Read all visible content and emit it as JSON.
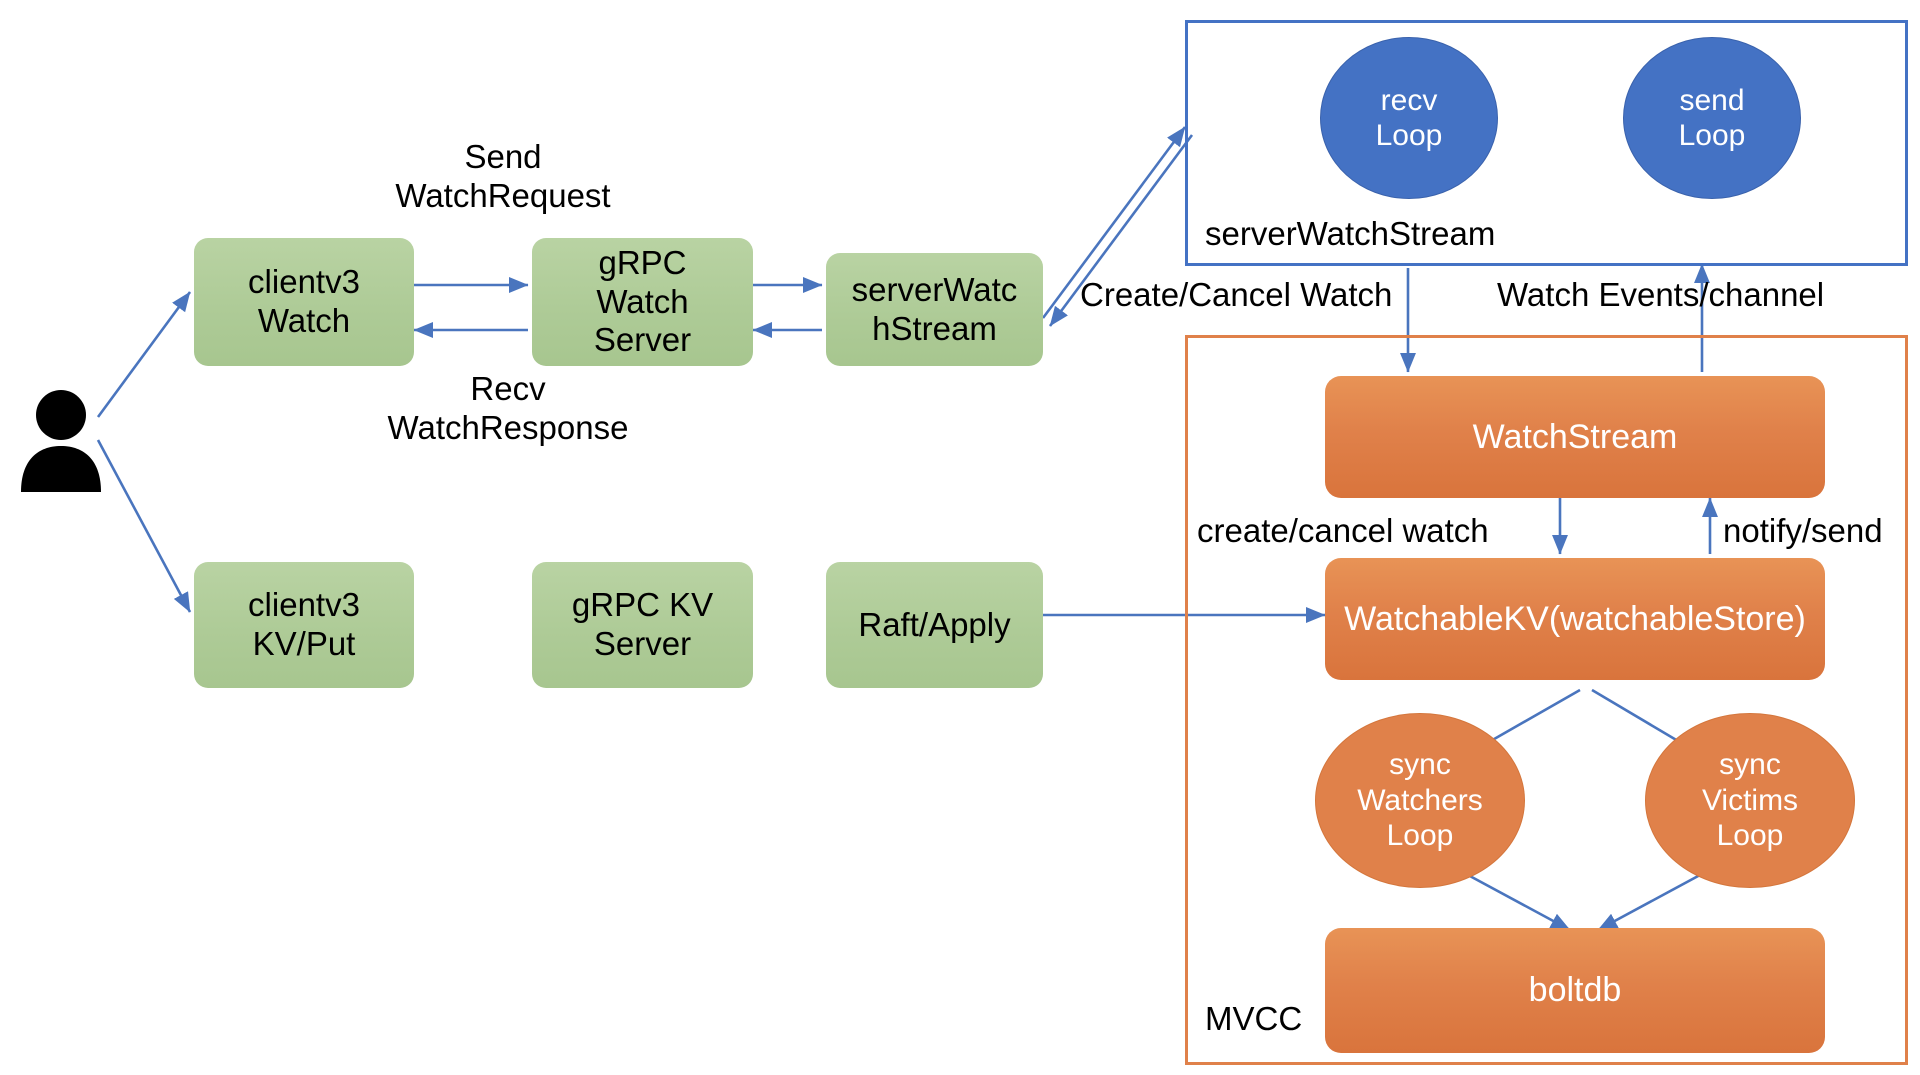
{
  "diagram": {
    "title": "etcd watch architecture flow",
    "colors": {
      "green_fill": "#aecb97",
      "orange_fill": "#e0814a",
      "blue_fill": "#4472c4",
      "arrow": "#4a75be",
      "text_dark": "#000000",
      "text_light": "#ffffff"
    },
    "actor": {
      "name": "user-actor"
    },
    "nodes": [
      {
        "id": "clientv3_watch",
        "label": "clientv3\nWatch"
      },
      {
        "id": "grpc_watch_server",
        "label": "gRPC\nWatch\nServer"
      },
      {
        "id": "server_watch_stream",
        "label": "serverWatc\nhStream"
      },
      {
        "id": "clientv3_kv_put",
        "label": "clientv3\nKV/Put"
      },
      {
        "id": "grpc_kv_server",
        "label": "gRPC KV\nServer"
      },
      {
        "id": "raft_apply",
        "label": "Raft/Apply"
      },
      {
        "id": "recv_loop",
        "label": "recv\nLoop"
      },
      {
        "id": "send_loop",
        "label": "send\nLoop"
      },
      {
        "id": "watch_stream",
        "label": "WatchStream"
      },
      {
        "id": "watchable_kv",
        "label": "WatchableKV(watchableStore)"
      },
      {
        "id": "sync_watchers_loop",
        "label": "sync\nWatchers\nLoop"
      },
      {
        "id": "sync_victims_loop",
        "label": "sync\nVictims\nLoop"
      },
      {
        "id": "boltdb",
        "label": "boltdb"
      }
    ],
    "containers": [
      {
        "id": "server_watch_stream_group",
        "label": "serverWatchStream"
      },
      {
        "id": "mvcc_group",
        "label": "MVCC"
      }
    ],
    "edge_labels": [
      {
        "id": "send_watch_request",
        "label": "Send\nWatchRequest"
      },
      {
        "id": "recv_watch_response",
        "label": "Recv\nWatchResponse"
      },
      {
        "id": "create_cancel_watch",
        "label": "Create/Cancel Watch"
      },
      {
        "id": "watch_events_channel",
        "label": "Watch Events/channel"
      },
      {
        "id": "create_cancel_watch_lower",
        "label": "create/cancel watch"
      },
      {
        "id": "notify_send",
        "label": "notify/send"
      }
    ]
  }
}
